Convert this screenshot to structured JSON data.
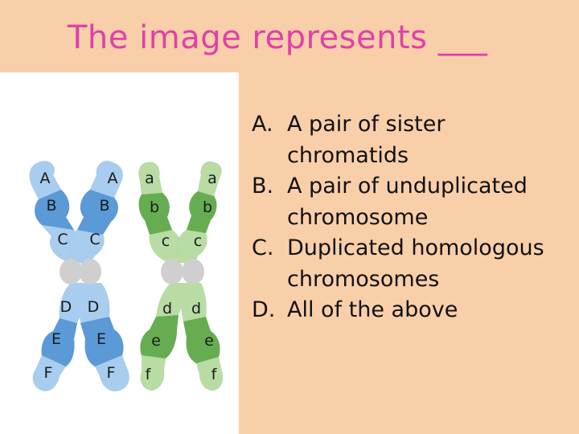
{
  "slide": {
    "title": "The image represents ___",
    "options": [
      {
        "letter": "A.",
        "line1": "A pair of sister",
        "line2": "chromatids"
      },
      {
        "letter": "B.",
        "line1": "A pair of unduplicated",
        "line2": "chromosome"
      },
      {
        "letter": "C.",
        "line1": "Duplicated homologous",
        "line2": "chromosomes"
      },
      {
        "letter": "D.",
        "line1": "All of the above",
        "line2": ""
      }
    ]
  },
  "figure": {
    "blue_pair": {
      "top_labels": [
        "A",
        "B",
        "C"
      ],
      "bottom_labels": [
        "D",
        "E",
        "F"
      ],
      "colors": {
        "light": "#a8cdee",
        "dark": "#5b9ad6"
      }
    },
    "green_pair": {
      "top_labels": [
        "a",
        "b",
        "c"
      ],
      "bottom_labels": [
        "d",
        "e",
        "f"
      ],
      "colors": {
        "light": "#b8dca4",
        "dark": "#66ad52"
      }
    },
    "centromere_color": "#cfcfcf"
  }
}
